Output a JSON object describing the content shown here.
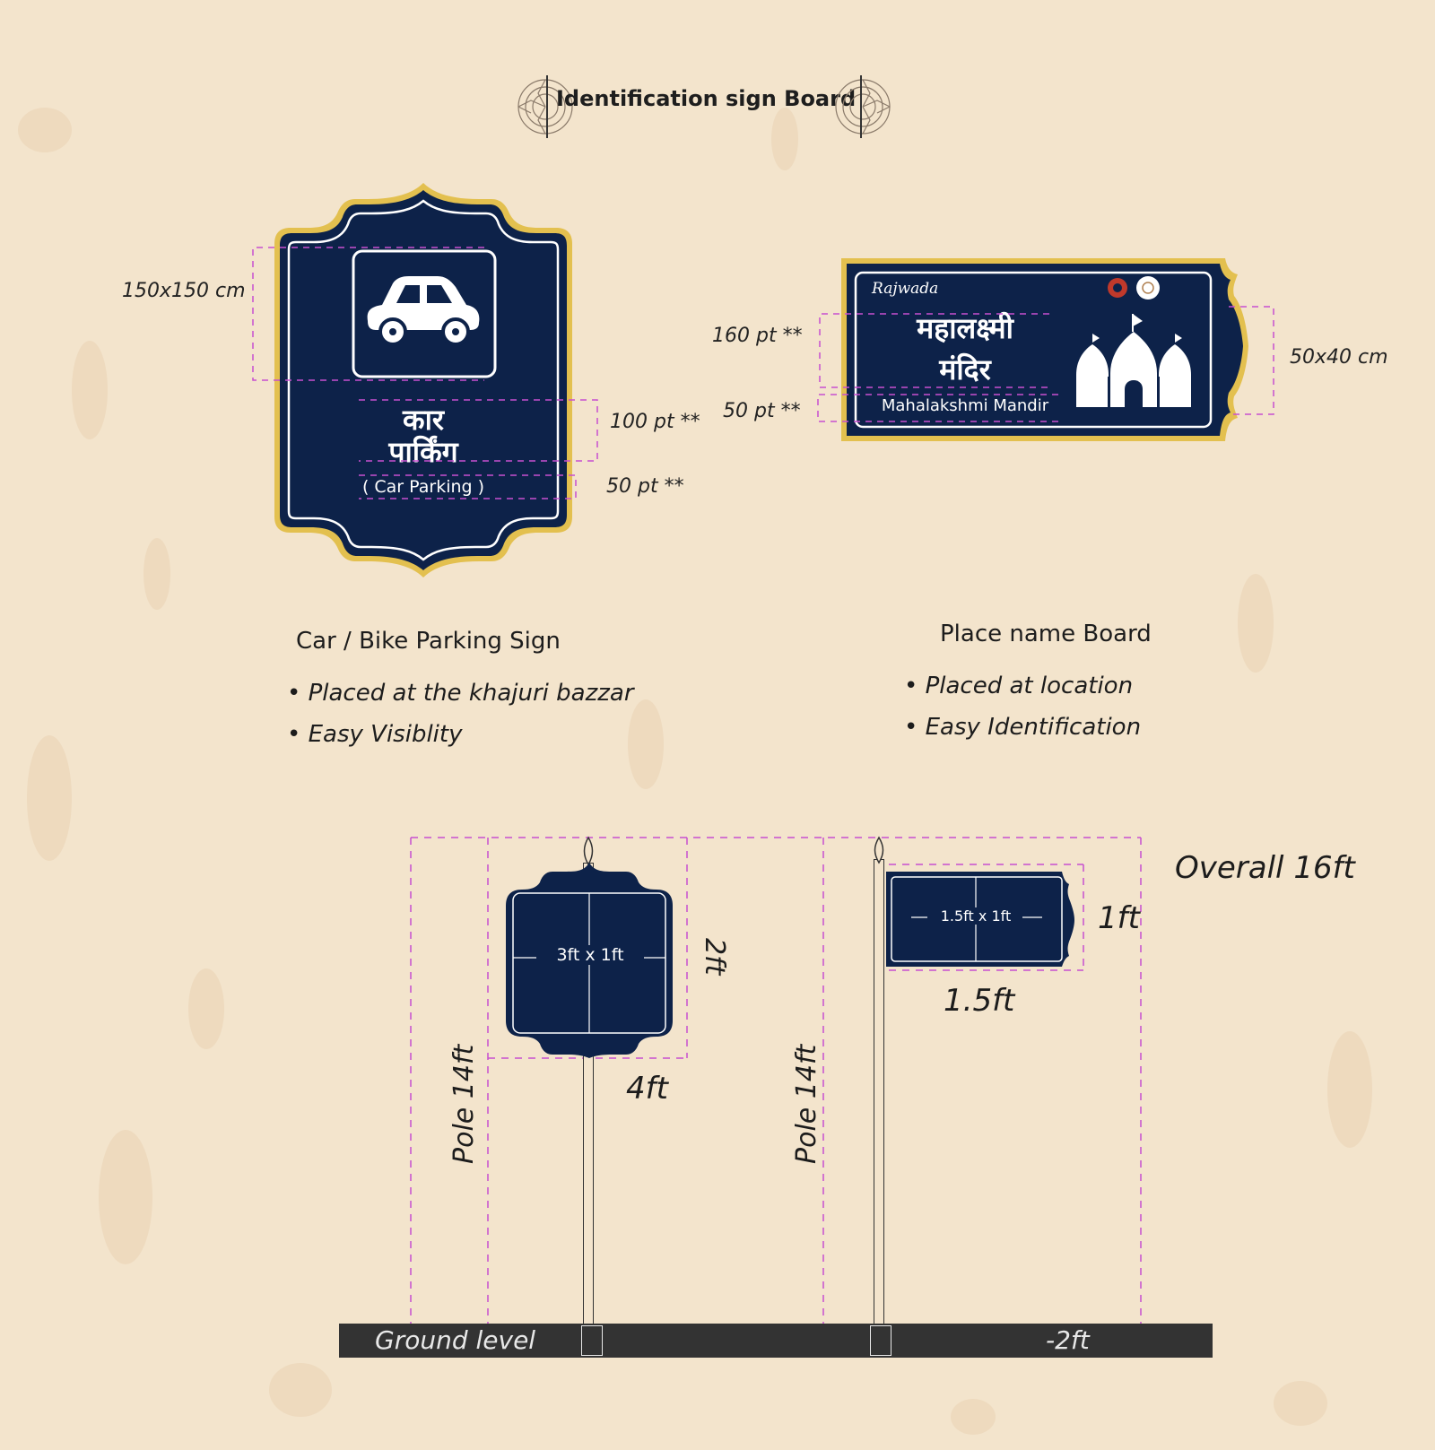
{
  "title": "Identification sign Board",
  "parking_sign": {
    "hindi_line1": "कार",
    "hindi_line2": "पार्किंग",
    "english": "( Car Parking )",
    "dim_size": "150x150 cm",
    "dim_hindi": "100 pt **",
    "dim_english": "50 pt **",
    "heading": "Car / Bike Parking Sign",
    "bullets": [
      "• Placed at the khajuri bazzar",
      "• Easy Visiblity"
    ]
  },
  "place_board": {
    "brand": "Rajwada",
    "hindi_line1": "महालक्ष्मी",
    "hindi_line2": "मंदिर",
    "english": "Mahalakshmi Mandir",
    "dim_size": "50x40 cm",
    "dim_hindi": "160 pt **",
    "dim_english": "50 pt **",
    "heading": "Place name Board",
    "bullets": [
      "• Placed at location",
      "• Easy Identification"
    ]
  },
  "install": {
    "left_board_label": "3ft x 1ft",
    "left_height": "2ft",
    "left_width": "4ft",
    "left_pole": "Pole 14ft",
    "right_board_label": "1.5ft x 1ft",
    "right_height": "1ft",
    "right_width": "1.5ft",
    "right_pole": "Pole 14ft",
    "overall": "Overall 16ft",
    "ground_label": "Ground level",
    "below_ground": "-2ft"
  },
  "colors": {
    "navy": "#0d2249",
    "gold": "#e3c04f",
    "guide": "#c84fd0",
    "ground": "#333333"
  }
}
